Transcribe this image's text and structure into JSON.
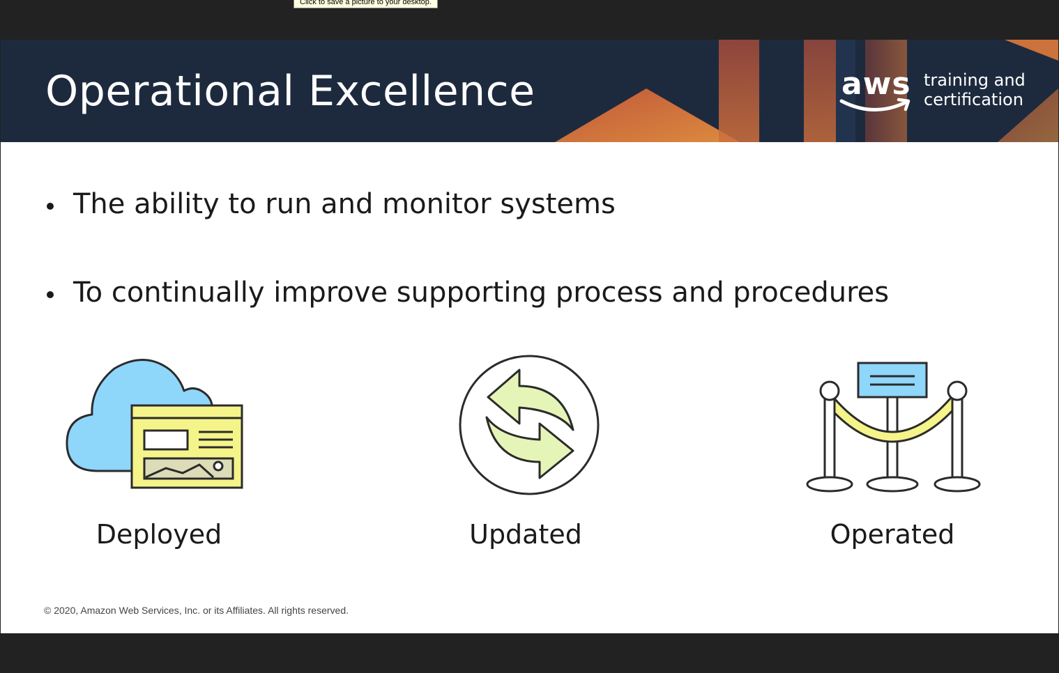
{
  "tooltip": {
    "text": "Click to save a picture to your desktop."
  },
  "slide": {
    "title": "Operational Excellence",
    "logo": {
      "wordmark": "aws",
      "line1": "training and",
      "line2": "certification"
    },
    "bullets": [
      "The ability to run and monitor systems",
      "To continually improve supporting process and procedures"
    ],
    "features": [
      {
        "label": "Deployed",
        "icon": "cloud-webpage-icon"
      },
      {
        "label": "Updated",
        "icon": "refresh-arrows-icon"
      },
      {
        "label": "Operated",
        "icon": "stanchion-rope-icon"
      }
    ],
    "footer": "© 2020, Amazon Web Services, Inc. or its Affiliates. All rights reserved."
  },
  "colors": {
    "header_bg": "#1d2a3e",
    "accent_orange": "#e07a3a",
    "accent_red": "#c0504d",
    "icon_blue": "#8fd6fb",
    "icon_yellow": "#f4f48a",
    "icon_green": "#e5f5b7",
    "frame": "#222222"
  }
}
